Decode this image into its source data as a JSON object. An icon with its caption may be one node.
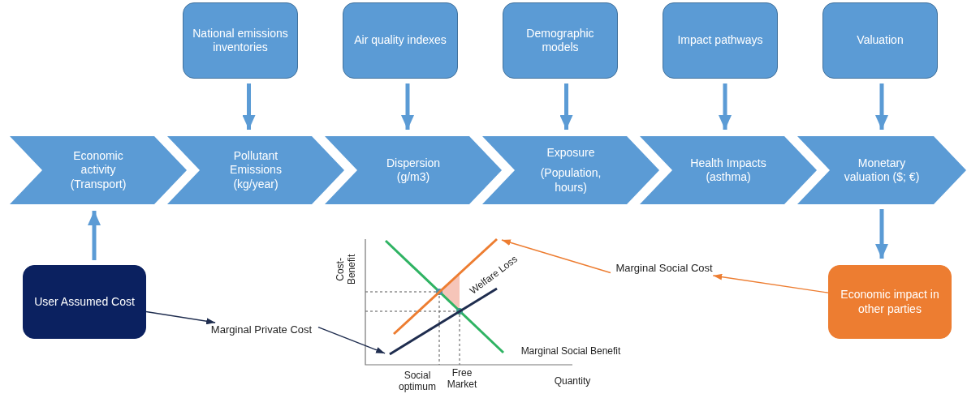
{
  "diagram": {
    "nodes": [
      {
        "text": [
          "National emissions inventories"
        ]
      },
      {
        "text": [
          "Air quality indexes"
        ]
      },
      {
        "text": [
          "Demographic models"
        ]
      },
      {
        "text": [
          "Impact pathways"
        ]
      },
      {
        "text": [
          "Valuation"
        ]
      },
      {
        "text": [
          "Economic activity (Transport)"
        ]
      },
      {
        "text": [
          "Pollutant Emissions (kg/year)"
        ]
      },
      {
        "text": [
          "Dispersion (g/m3)"
        ]
      },
      {
        "text": [
          "Exposure",
          "(Population, hours)"
        ]
      },
      {
        "text": [
          "Health Impacts (asthma)"
        ]
      },
      {
        "text": [
          "Monetary valuation ($; €)"
        ]
      },
      {
        "text": [
          "User Assumed Cost"
        ]
      },
      {
        "text": [
          "Economic impact in other parties"
        ]
      },
      {
        "text": [
          "Marginal Private Cost"
        ]
      },
      {
        "text": [
          "Marginal Social Cost"
        ]
      },
      {
        "text": [],
        "shape": "line"
      },
      {
        "text": [],
        "shape": "line"
      }
    ],
    "edges": [
      {
        "from": 0,
        "to": 6,
        "arrow": "to"
      },
      {
        "from": 1,
        "to": 7,
        "arrow": "to"
      },
      {
        "from": 2,
        "to": 8,
        "arrow": "to"
      },
      {
        "from": 3,
        "to": 9,
        "arrow": "to"
      },
      {
        "from": 4,
        "to": 10,
        "arrow": "to"
      },
      {
        "from": 11,
        "to": 5,
        "arrow": "to"
      },
      {
        "from": 10,
        "to": 12,
        "arrow": "to"
      },
      {
        "from": 11,
        "to": 13,
        "arrow": "to",
        "color": "#1f2d4f"
      },
      {
        "from": 13,
        "to": 15,
        "arrow": "to",
        "color": "#1f2d4f"
      },
      {
        "from": 12,
        "to": 14,
        "arrow": "to",
        "color": "#ed7d31"
      },
      {
        "from": 14,
        "to": 16,
        "arrow": "to",
        "color": "#ed7d31"
      }
    ],
    "labels": [
      "Cost-Benefit",
      "Welfare Loss",
      "Marginal Social Benefit",
      "Social optimum",
      "Free Market",
      "Quantity"
    ]
  }
}
